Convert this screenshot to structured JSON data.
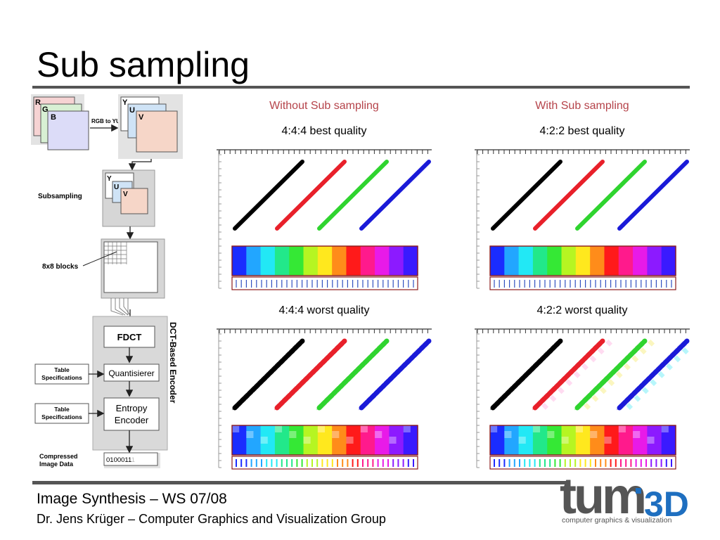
{
  "slide": {
    "title": "Sub sampling",
    "footer_title": "Image Synthesis – WS 07/08",
    "footer_subtitle": "Dr. Jens Krüger – Computer Graphics and Visualization Group",
    "accent_color": "#b5434a",
    "rule_color": "#555555"
  },
  "pipeline": {
    "rgb_labels": [
      "R",
      "G",
      "B"
    ],
    "rgb_to_yuv_label": "RGB to YUV",
    "yuv_labels": [
      "Y",
      "U",
      "V"
    ],
    "subsampling_label": "Subsampling",
    "blocks_label": "8x8 blocks",
    "encoder_label": "DCT-Based Encoder",
    "fdct_label": "FDCT",
    "quantizer_label": "Quantisierer",
    "entropy_label_line1": "Entropy",
    "entropy_label_line2": "Encoder",
    "table_spec_line1": "Table",
    "table_spec_line2": "Specifications",
    "compressed_line1": "Compressed",
    "compressed_line2": "Image Data",
    "output_bits": "0100011",
    "output_bits_faded": "1"
  },
  "comparison": {
    "col_left_header": "Without Sub sampling",
    "col_right_header": "With Sub sampling",
    "panels": [
      {
        "caption": "4:4:4 best quality"
      },
      {
        "caption": "4:2:2 best quality"
      },
      {
        "caption": "4:4:4 worst quality"
      },
      {
        "caption": "4:2:2 worst quality"
      }
    ],
    "line_colors": [
      "#000000",
      "#e8202a",
      "#2fd42f",
      "#1a1ad8"
    ],
    "spectrum_colors": [
      "#1a2cff",
      "#22a6ff",
      "#22e8f5",
      "#22e88a",
      "#35e835",
      "#b6f522",
      "#ffe81e",
      "#ff8c1a",
      "#ff1a1a",
      "#ff1a8c",
      "#e81ae8",
      "#8c1aff",
      "#3a1aff"
    ]
  },
  "logo": {
    "text_main": "tum",
    "text_3d": "3D",
    "subtitle": "computer graphics & visualization"
  }
}
